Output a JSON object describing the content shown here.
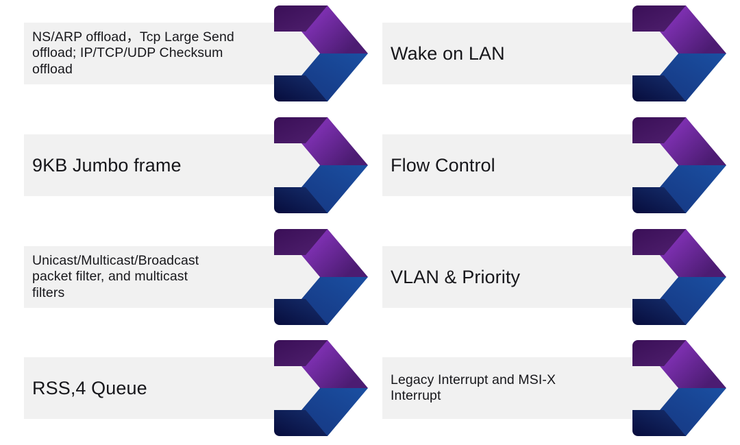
{
  "slide": {
    "background_color": "#FFFFFF",
    "layout": "two-column-four-row chevron list",
    "plate_color": "#F1F1F1",
    "text_color": "#17171B",
    "arrow_colors": {
      "purple_light": "#8A2BB5",
      "purple_mid": "#7B2FAE",
      "purple_dark": "#4A1A6B",
      "purple_fold": "#3D1259",
      "blue_light": "#1B4C9B",
      "blue_mid": "#143C86",
      "blue_dark": "#0E2A6B",
      "blue_fold": "#0A1247"
    }
  },
  "items": [
    {
      "id": "offload-features",
      "column": "left",
      "row": 0,
      "text": "NS/ARP offload，Tcp Large Send\noffload; IP/TCP/UDP Checksum\noffload",
      "size": "small",
      "icon": "chevron-arrow-icon"
    },
    {
      "id": "wake-on-lan",
      "column": "right",
      "row": 0,
      "text": "Wake on LAN",
      "size": "large",
      "icon": "chevron-arrow-icon"
    },
    {
      "id": "jumbo-frame",
      "column": "left",
      "row": 1,
      "text": "9KB Jumbo frame",
      "size": "large",
      "icon": "chevron-arrow-icon"
    },
    {
      "id": "flow-control",
      "column": "right",
      "row": 1,
      "text": "Flow Control",
      "size": "large",
      "icon": "chevron-arrow-icon"
    },
    {
      "id": "packet-filters",
      "column": "left",
      "row": 2,
      "text": "Unicast/Multicast/Broadcast\npacket filter, and multicast\nfilters",
      "size": "small",
      "icon": "chevron-arrow-icon"
    },
    {
      "id": "vlan-priority",
      "column": "right",
      "row": 2,
      "text": "VLAN & Priority",
      "size": "large",
      "icon": "chevron-arrow-icon"
    },
    {
      "id": "rss-queue",
      "column": "left",
      "row": 3,
      "text": "RSS,4 Queue",
      "size": "large",
      "icon": "chevron-arrow-icon"
    },
    {
      "id": "interrupts",
      "column": "right",
      "row": 3,
      "text": "Legacy Interrupt and MSI-X\nInterrupt",
      "size": "small",
      "icon": "chevron-arrow-icon"
    }
  ]
}
